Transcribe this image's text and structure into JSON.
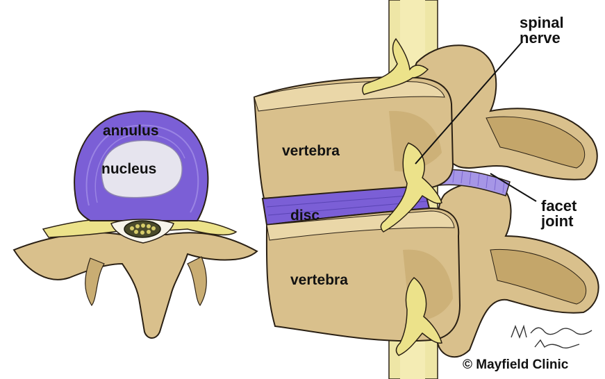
{
  "labels": {
    "annulus": "annulus",
    "nucleus": "nucleus",
    "vertebra_upper": "vertebra",
    "disc": "disc",
    "vertebra_lower": "vertebra",
    "spinal_nerve_line1": "spinal",
    "spinal_nerve_line2": "nerve",
    "facet_joint_line1": "facet",
    "facet_joint_line2": "joint"
  },
  "credit": {
    "copyright": "© Mayfield Clinic",
    "signature": "M. Hendershot / T. Hines"
  },
  "colors": {
    "disc_purple": "#7b5fd6",
    "nucleus_gray": "#e6e4ee",
    "bone": "#d9c08c",
    "bone_shadow": "#a8874f",
    "nerve_yellow": "#ece28a",
    "outline": "#2a2014"
  }
}
